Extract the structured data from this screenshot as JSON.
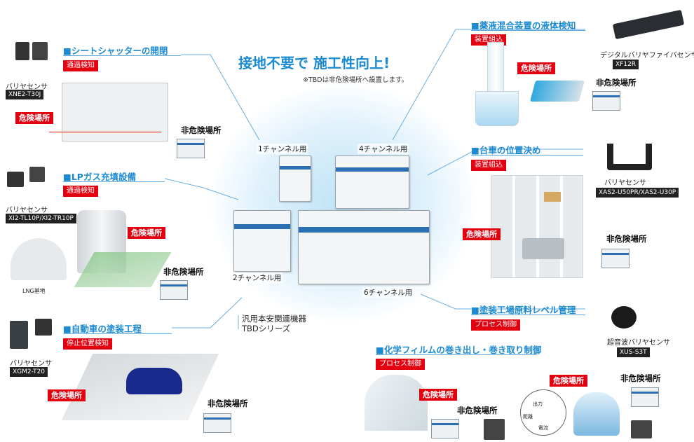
{
  "headline": "接地不要で  施工性向上!",
  "note": "※TBDは非危険場所へ設置します。",
  "series": {
    "line1": "汎用本安関連機器",
    "line2": "TBDシリーズ"
  },
  "channels": {
    "ch1": "1チャンネル用",
    "ch4": "4チャンネル用",
    "ch2": "2チャンネル用",
    "ch6": "6チャンネル用"
  },
  "common": {
    "danger": "危険場所",
    "safe": "非危険場所",
    "sensor": "バリヤセンサ"
  },
  "apps": {
    "shutter": {
      "title": "シートシャッターの開閉",
      "tag": "通過検知",
      "model": "XNE2-T30J"
    },
    "lpgas": {
      "title": "LPガス充填設備",
      "tag": "通過検知",
      "model": "XI2-TL10P/XI2-TR10P",
      "lng": "LNG基地"
    },
    "paint_car": {
      "title": "自動車の塗装工程",
      "tag": "停止位置検知",
      "model": "XGM2-T20"
    },
    "chem": {
      "title": "薬液混合装置の液体検知",
      "tag": "装置組込",
      "sensor_label": "デジタルバリヤファイバセンサ",
      "model": "XF12R"
    },
    "cart": {
      "title": "台車の位置決め",
      "tag": "装置組込",
      "model": "XAS2-U50PR/XAS2-U30P"
    },
    "paint_level": {
      "title": "塗装工場原料レベル管理",
      "tag": "プロセス制御",
      "sensor_label": "超音波バリヤセンサ",
      "model": "XUS-S3T"
    },
    "film": {
      "title": "化学フィルムの巻き出し・巻き取り制御",
      "tag": "プロセス制御",
      "graph_out": "出力",
      "graph_dist": "距離",
      "graph_current": "電流"
    }
  },
  "colors": {
    "accent": "#1b8ad0",
    "danger": "#e3000f",
    "stripe": "#2d6fb3"
  }
}
